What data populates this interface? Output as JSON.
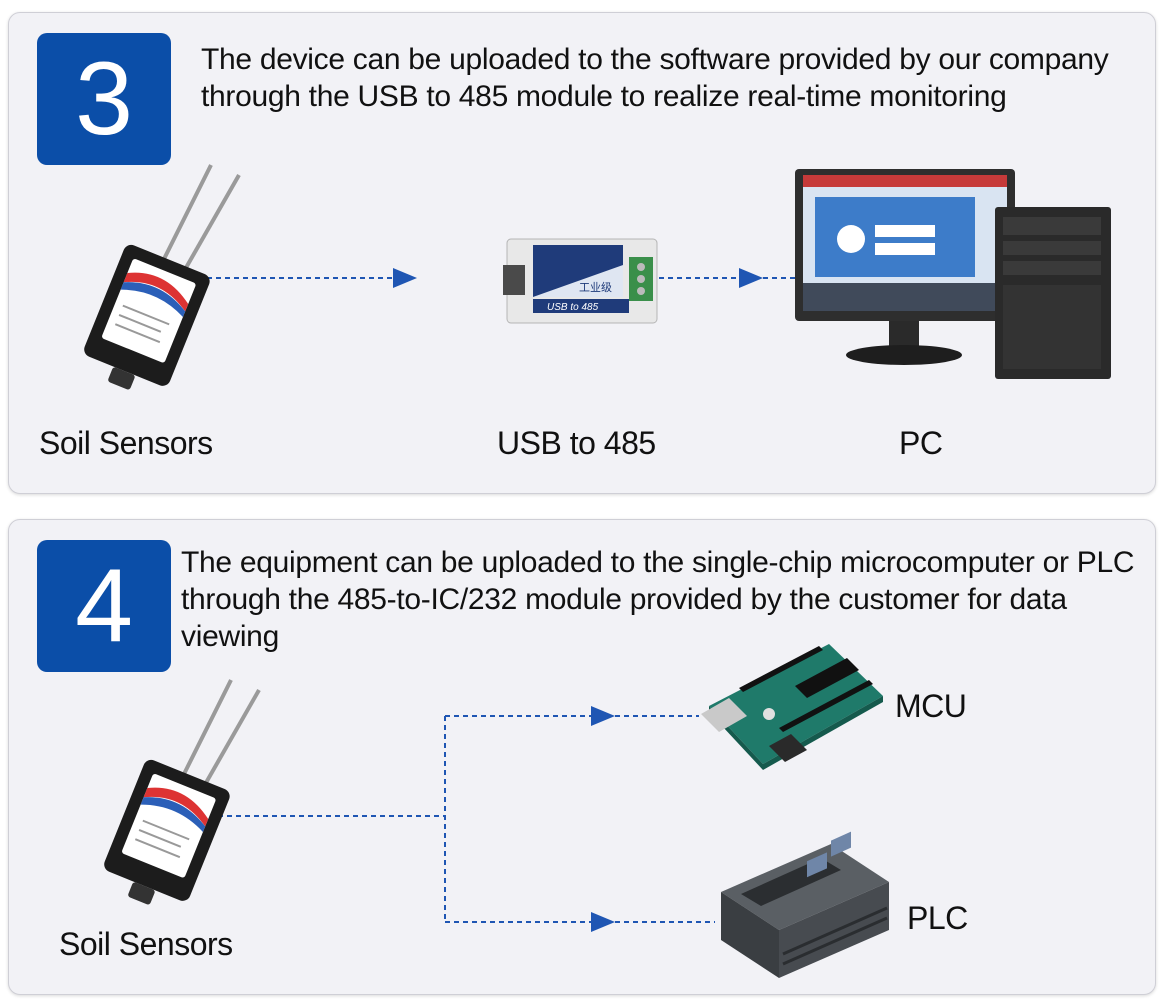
{
  "panel3": {
    "number": "3",
    "description": "The device can be uploaded to the software provided by our company through the USB to 485 module to realize real-time monitoring",
    "labels": {
      "sensor": "Soil Sensors",
      "converter": "USB to 485",
      "pc": "PC"
    },
    "converter_text": {
      "brand": "工业级",
      "model": "USB to 485"
    }
  },
  "panel4": {
    "number": "4",
    "description": "The equipment can be uploaded to the single-chip microcomputer or PLC through the 485-to-IC/232 module provided by the customer for data viewing",
    "labels": {
      "sensor": "Soil Sensors",
      "mcu": "MCU",
      "plc": "PLC"
    }
  },
  "colors": {
    "badge": "#0b4ea8",
    "connector": "#1f56b3",
    "panel_bg": "#f2f2f6"
  },
  "icons": [
    "soil-sensor-icon",
    "usb-485-converter-icon",
    "pc-icon",
    "mcu-board-icon",
    "plc-icon",
    "arrow-icon"
  ]
}
